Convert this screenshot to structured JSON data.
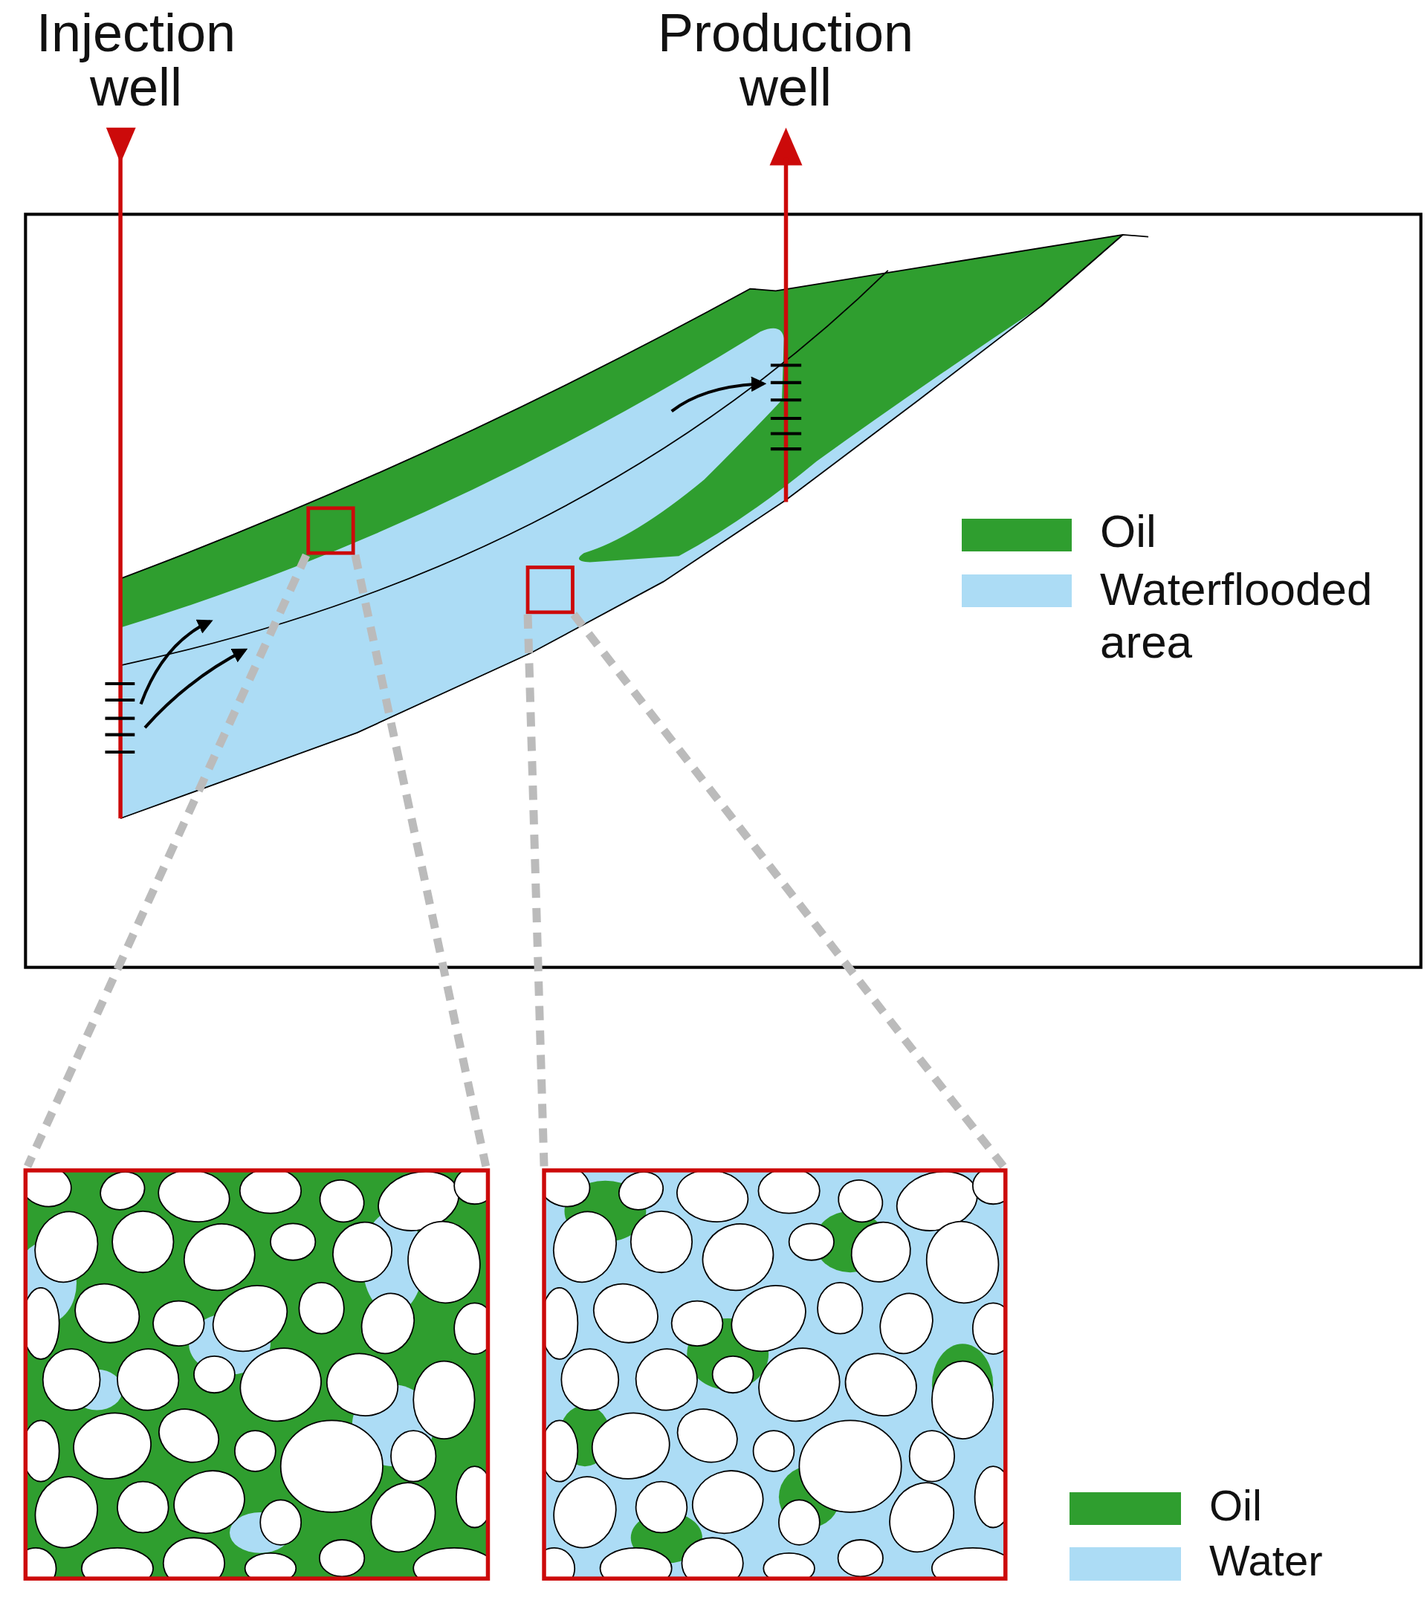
{
  "diagram": {
    "labels": [
      "Injection well",
      "Production well"
    ],
    "legend": [
      {
        "text": "Oil",
        "color": "#2f9e2f"
      },
      {
        "text": "Waterflooded area",
        "color": "#acdcf5"
      },
      {
        "text": "Oil",
        "color": "#2f9e2f"
      },
      {
        "text": "Water",
        "color": "#acdcf5"
      }
    ]
  }
}
